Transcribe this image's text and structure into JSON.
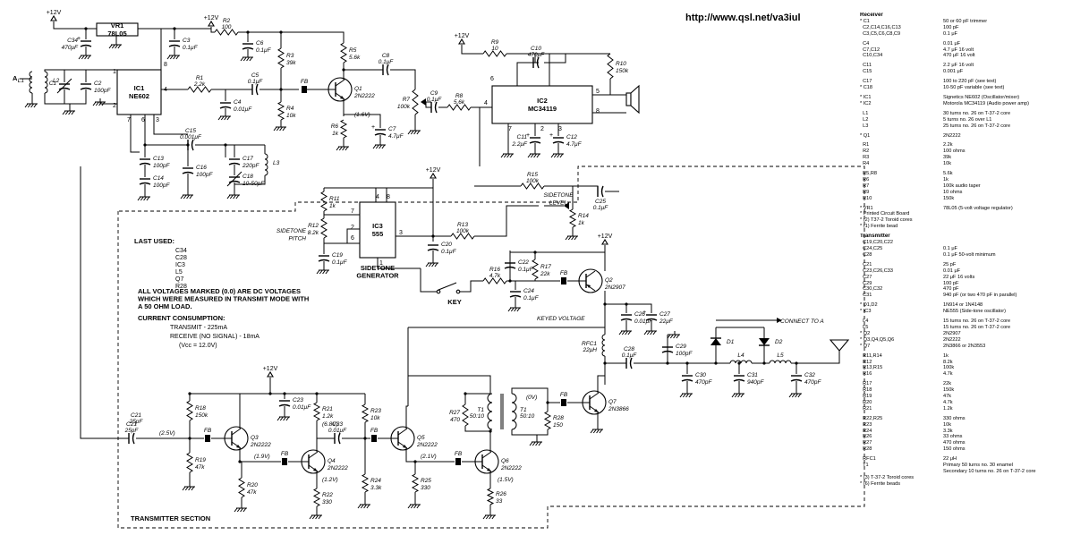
{
  "url": "http://www.qsl.net/va3iul",
  "labels": {
    "vcc": "+12V",
    "vr1_ref": "VR1",
    "vr1_val": "78L05",
    "ic1_ref": "IC1",
    "ic1_val": "NE602",
    "ic2_ref": "IC2",
    "ic2_val": "MC34119",
    "ic3_ref": "IC3",
    "ic3_val": "555",
    "sidetone_generator": "SIDETONE\nGENERATOR",
    "sidetone_level": "SIDETONE\nLEVEL",
    "sidetone_pitch": "SIDETONE\nPITCH",
    "key": "KEY",
    "keyed_voltage": "KEYED VOLTAGE",
    "connect_to_a": "CONNECT TO A",
    "transmitter_section": "TRANSMITTER SECTION",
    "antenna_a": "A",
    "fb": "FB",
    "last_used_title": "LAST USED:",
    "last_used_items": [
      "C34",
      "C28",
      "IC3",
      "L5",
      "Q7",
      "R28"
    ],
    "note_voltages": "ALL VOLTAGES MARKED (0.0) ARE DC VOLTAGES\nWHICH WERE MEASURED IN TRANSMIT MODE WITH\nA 50 OHM LOAD.",
    "current_title": "CURRENT CONSUMPTION:",
    "current_lines": [
      "TRANSMIT - 225mA",
      "RECEIVE (NO SIGNAL) - 18mA",
      "(Vcc = 12.0V)"
    ]
  },
  "components": {
    "c34": [
      "C34",
      "470μF"
    ],
    "c3": [
      "C3",
      "0.1μF"
    ],
    "r2": [
      "R2",
      "100"
    ],
    "c6": [
      "C6",
      "0.1μF"
    ],
    "r3": [
      "R3",
      "39k"
    ],
    "r5": [
      "R5",
      "5.6k"
    ],
    "c8": [
      "C8",
      "0.1μF"
    ],
    "r9": [
      "R9",
      "10"
    ],
    "c10": [
      "C10",
      "470μF"
    ],
    "r10": [
      "R10",
      "150k"
    ],
    "l1": [
      "L1",
      ""
    ],
    "l2": [
      "L2",
      ""
    ],
    "c1": [
      "C1",
      ""
    ],
    "c2": [
      "C2",
      "100pF"
    ],
    "r1": [
      "R1",
      "2.2k"
    ],
    "c5": [
      "C5",
      "0.1μF"
    ],
    "c4": [
      "C4",
      "0.01μF"
    ],
    "r4": [
      "R4",
      "10k"
    ],
    "q1": [
      "Q1",
      "2N2222"
    ],
    "r6": [
      "R6",
      "1k"
    ],
    "c7": [
      "C7",
      "4.7μF"
    ],
    "r7": [
      "R7",
      "100k"
    ],
    "c9": [
      "C9",
      "0.1μF"
    ],
    "r8": [
      "R8",
      "5.6k"
    ],
    "c11": [
      "C11",
      "2.2μF"
    ],
    "c12": [
      "C12",
      "4.7μF"
    ],
    "c15": [
      "C15",
      "0.001μF"
    ],
    "c13": [
      "C13",
      "100pF"
    ],
    "c14": [
      "C14",
      "100pF"
    ],
    "c16": [
      "C16",
      "100pF"
    ],
    "c17": [
      "C17",
      "220pF"
    ],
    "c18": [
      "C18",
      "10-50pF"
    ],
    "l3": [
      "L3",
      ""
    ],
    "r15": [
      "R15",
      "100k"
    ],
    "c25": [
      "C25",
      "0.1μF"
    ],
    "r11": [
      "R11",
      "1k"
    ],
    "r12": [
      "R12",
      "8.2k"
    ],
    "c19": [
      "C19",
      "0.1μF"
    ],
    "r13": [
      "R13",
      "100k"
    ],
    "r14": [
      "R14",
      "1k"
    ],
    "c20": [
      "C20",
      "0.1μF"
    ],
    "c22": [
      "C22",
      "0.1μF"
    ],
    "r17": [
      "R17",
      "22k"
    ],
    "r16": [
      "R16",
      "4.7k"
    ],
    "c24": [
      "C24",
      "0.1μF"
    ],
    "q2": [
      "Q2",
      "2N2907"
    ],
    "c26": [
      "C26",
      "0.01μF"
    ],
    "c27": [
      "C27",
      "22μF"
    ],
    "rfc1": [
      "RFC1",
      "22μH"
    ],
    "c28": [
      "C28",
      "0.1μF"
    ],
    "c29": [
      "C29",
      "100pF"
    ],
    "d1": [
      "D1",
      ""
    ],
    "d2": [
      "D2",
      ""
    ],
    "l4": [
      "L4",
      ""
    ],
    "l5": [
      "L5",
      ""
    ],
    "c30": [
      "C30",
      "470pF"
    ],
    "c31": [
      "C31",
      "940pF"
    ],
    "c32": [
      "C32",
      "470pF"
    ],
    "c23": [
      "C23",
      "0.01μF"
    ],
    "r18": [
      "R18",
      "150k"
    ],
    "r21": [
      "R21",
      "1.2k"
    ],
    "c33": [
      "C33",
      "0.01μF"
    ],
    "r23": [
      "R23",
      "10k"
    ],
    "c21": [
      "C21",
      "25pF"
    ],
    "q3": [
      "Q3",
      "2N2222"
    ],
    "q4": [
      "Q4",
      "2N2222"
    ],
    "q5": [
      "Q5",
      "2N2222"
    ],
    "q6": [
      "Q6",
      "2N2222"
    ],
    "q7": [
      "Q7",
      "2N3866"
    ],
    "r19": [
      "R19",
      "47k"
    ],
    "r20": [
      "R20",
      "47k"
    ],
    "r22": [
      "R22",
      "330"
    ],
    "r24": [
      "R24",
      "3.3k"
    ],
    "r25": [
      "R25",
      "330"
    ],
    "r26": [
      "R26",
      "33"
    ],
    "r27": [
      "R27",
      "470"
    ],
    "t1": [
      "T1",
      "50:10"
    ],
    "r28": [
      "R28",
      "150"
    ]
  },
  "voltages": {
    "q1e": "(1.6V)",
    "c21": "(2.5V)",
    "q4b": "(1.9V)",
    "q4c": "(6.8V)",
    "q4e": "(1.2V)",
    "q6b": "(2.1V)",
    "q6e": "(1.5V)",
    "t1": "(0V)"
  },
  "parts_list": [
    {
      "kind": "head",
      "ref": "Receiver",
      "val": ""
    },
    {
      "ref": "C1",
      "val": "50 or 60 pF trimmer",
      "mark": "*"
    },
    {
      "ref": "C2,C14,C16,C13",
      "val": "100 pF"
    },
    {
      "ref": "C3,C5,C6,C8,C9",
      "val": "0.1 μF"
    },
    {
      "kind": "gap"
    },
    {
      "ref": "C4",
      "val": "0.01 μF"
    },
    {
      "ref": "C7,C12",
      "val": "4.7 μF 16 volt"
    },
    {
      "ref": "C10,C34",
      "val": "470 μF 16 volt"
    },
    {
      "kind": "gap"
    },
    {
      "ref": "C11",
      "val": "2.2 μF 16 volt"
    },
    {
      "ref": "C15",
      "val": "0.001 μF"
    },
    {
      "kind": "gap"
    },
    {
      "ref": "C17",
      "val": "100 to 220 pF (see text)"
    },
    {
      "ref": "C18",
      "val": "10-50 pF variable (see text)",
      "mark": "*"
    },
    {
      "kind": "gap"
    },
    {
      "ref": "IC1",
      "val": "Signetics NE602 (Oscillator/mixer)",
      "mark": "*"
    },
    {
      "ref": "IC2",
      "val": "Motorola MC34119 (Audio power amp)",
      "mark": "*"
    },
    {
      "kind": "gap"
    },
    {
      "ref": "L1",
      "val": "30 turns no. 26 on T-37-2 core"
    },
    {
      "ref": "L2",
      "val": "5 turns no. 26 over L1"
    },
    {
      "ref": "L3",
      "val": "25 turns no. 26 on T-37-2 core"
    },
    {
      "kind": "gap"
    },
    {
      "ref": "Q1",
      "val": "2N2222",
      "mark": "*"
    },
    {
      "kind": "gap"
    },
    {
      "ref": "R1",
      "val": "2.2k"
    },
    {
      "ref": "R2",
      "val": "100 ohms"
    },
    {
      "ref": "R3",
      "val": "39k"
    },
    {
      "ref": "R4",
      "val": "10k"
    },
    {
      "kind": "gap"
    },
    {
      "ref": "R5,R8",
      "val": "5.6k"
    },
    {
      "ref": "R6",
      "val": "1k"
    },
    {
      "ref": "R7",
      "val": "100k audio taper"
    },
    {
      "ref": "R9",
      "val": "10 ohms"
    },
    {
      "ref": "R10",
      "val": "150k"
    },
    {
      "kind": "gap"
    },
    {
      "ref": "VR1",
      "val": "78L05 (5-volt voltage regulator)",
      "mark": "*"
    },
    {
      "ref": "Printed Circuit Board",
      "val": "",
      "mark": "*"
    },
    {
      "ref": "(2) T37-2 Toroid cores",
      "val": "",
      "mark": "*"
    },
    {
      "ref": "(1) Ferrite bead",
      "val": "",
      "mark": "*"
    },
    {
      "kind": "gap"
    },
    {
      "kind": "head",
      "ref": "Transmitter",
      "val": ""
    },
    {
      "ref": "C19,C20,C22",
      "val": ""
    },
    {
      "ref": "C24,C25",
      "val": "0.1 μF"
    },
    {
      "ref": "C28",
      "val": "0.1 μF 50-volt minimum"
    },
    {
      "kind": "gap"
    },
    {
      "ref": "C21",
      "val": "25 pF"
    },
    {
      "ref": "C23,C26,C33",
      "val": "0.01 μF"
    },
    {
      "ref": "C27",
      "val": "22 μF 16 volts"
    },
    {
      "ref": "C29",
      "val": "100 pF"
    },
    {
      "ref": "C30,C32",
      "val": "470 pF"
    },
    {
      "ref": "C31",
      "val": "940 pF (or two 470 pF in parallel)"
    },
    {
      "kind": "gap"
    },
    {
      "ref": "D1,D2",
      "val": "1N914 or 1N4148",
      "mark": "*"
    },
    {
      "ref": "IC3",
      "val": "NE555 (Side-tone oscillator)",
      "mark": "*"
    },
    {
      "kind": "gap"
    },
    {
      "ref": "L4",
      "val": "15 turns no. 26 on T-37-2 core"
    },
    {
      "ref": "L5",
      "val": "15 turns no. 26 on T-37-2 core"
    },
    {
      "ref": "Q2",
      "val": "2N2907",
      "mark": "*"
    },
    {
      "ref": "Q3,Q4,Q5,Q6",
      "val": "2N2222",
      "mark": "*"
    },
    {
      "ref": "Q7",
      "val": "2N3866 or 2N3553",
      "mark": "*"
    },
    {
      "kind": "gap"
    },
    {
      "ref": "R11,R14",
      "val": "1k"
    },
    {
      "ref": "R12",
      "val": "8.2k"
    },
    {
      "ref": "R13,R15",
      "val": "100k"
    },
    {
      "ref": "R16",
      "val": "4.7k"
    },
    {
      "kind": "gap"
    },
    {
      "ref": "R17",
      "val": "22k"
    },
    {
      "ref": "R18",
      "val": "150k"
    },
    {
      "ref": "R19",
      "val": "47k"
    },
    {
      "ref": "R20",
      "val": "4.7k"
    },
    {
      "ref": "R21",
      "val": "1.2k"
    },
    {
      "kind": "gap"
    },
    {
      "ref": "R22,R25",
      "val": "330 ohms"
    },
    {
      "ref": "R23",
      "val": "10k"
    },
    {
      "ref": "R24",
      "val": "3.3k"
    },
    {
      "ref": "R26",
      "val": "33 ohms"
    },
    {
      "ref": "R27",
      "val": "470 ohms"
    },
    {
      "ref": "R28",
      "val": "150 ohms"
    },
    {
      "kind": "gap"
    },
    {
      "ref": "RFC1",
      "val": "22 μH"
    },
    {
      "ref": "T1",
      "val": "Primary 50 turns no. 30 enamel"
    },
    {
      "ref": "",
      "val": "Secondary 10 turns no. 26 on T-37-2 core"
    },
    {
      "ref": "(3) T-37-2 Toroid cores",
      "val": "",
      "mark": "*"
    },
    {
      "ref": "(6) Ferrite beads",
      "val": "",
      "mark": "*"
    }
  ]
}
